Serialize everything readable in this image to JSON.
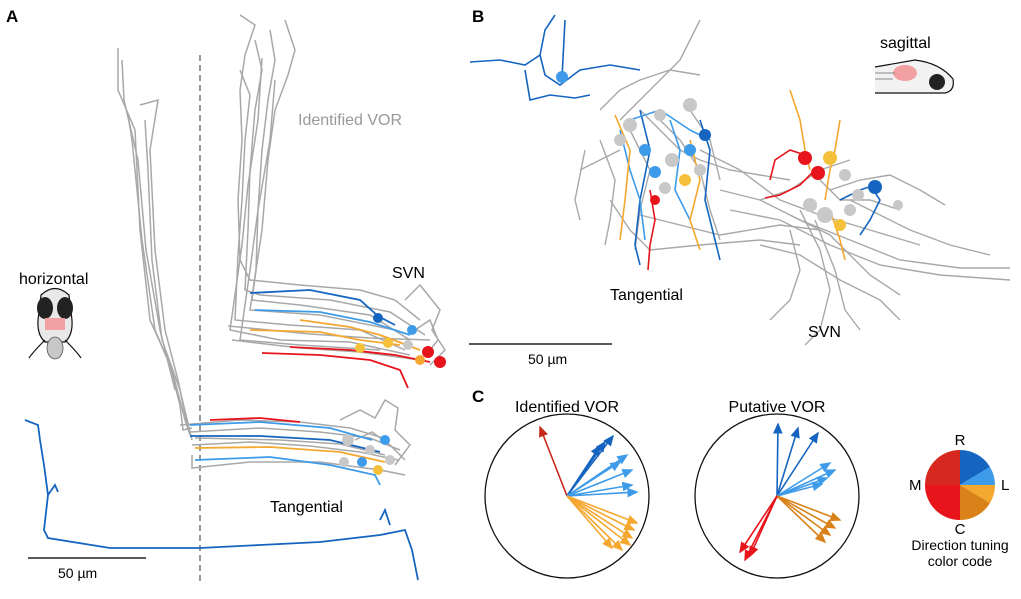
{
  "panels": {
    "a": {
      "letter": "A",
      "annotations": {
        "identified_vor": "Identified VOR",
        "svn": "SVN",
        "tangential": "Tangential",
        "horizontal": "horizontal"
      },
      "scale_bar": "50 µm"
    },
    "b": {
      "letter": "B",
      "annotations": {
        "sagittal": "sagittal",
        "tangential": "Tangential",
        "svn": "SVN"
      },
      "scale_bar": "50 µm"
    },
    "c": {
      "letter": "C",
      "plot_titles": {
        "identified": "Identified VOR",
        "putative": "Putative VOR"
      },
      "legend": {
        "r": "R",
        "l": "L",
        "c": "C",
        "m": "M",
        "caption_line1": "Direction tuning",
        "caption_line2": "color code"
      }
    }
  },
  "colors": {
    "neuron_gray": "#a8a8a8",
    "blue_dark": "#1565c0",
    "blue_light": "#3d9be9",
    "red": "#e8141b",
    "red_dark": "#c62a1a",
    "orange": "#f5a830",
    "orange_dark": "#d9821a"
  }
}
